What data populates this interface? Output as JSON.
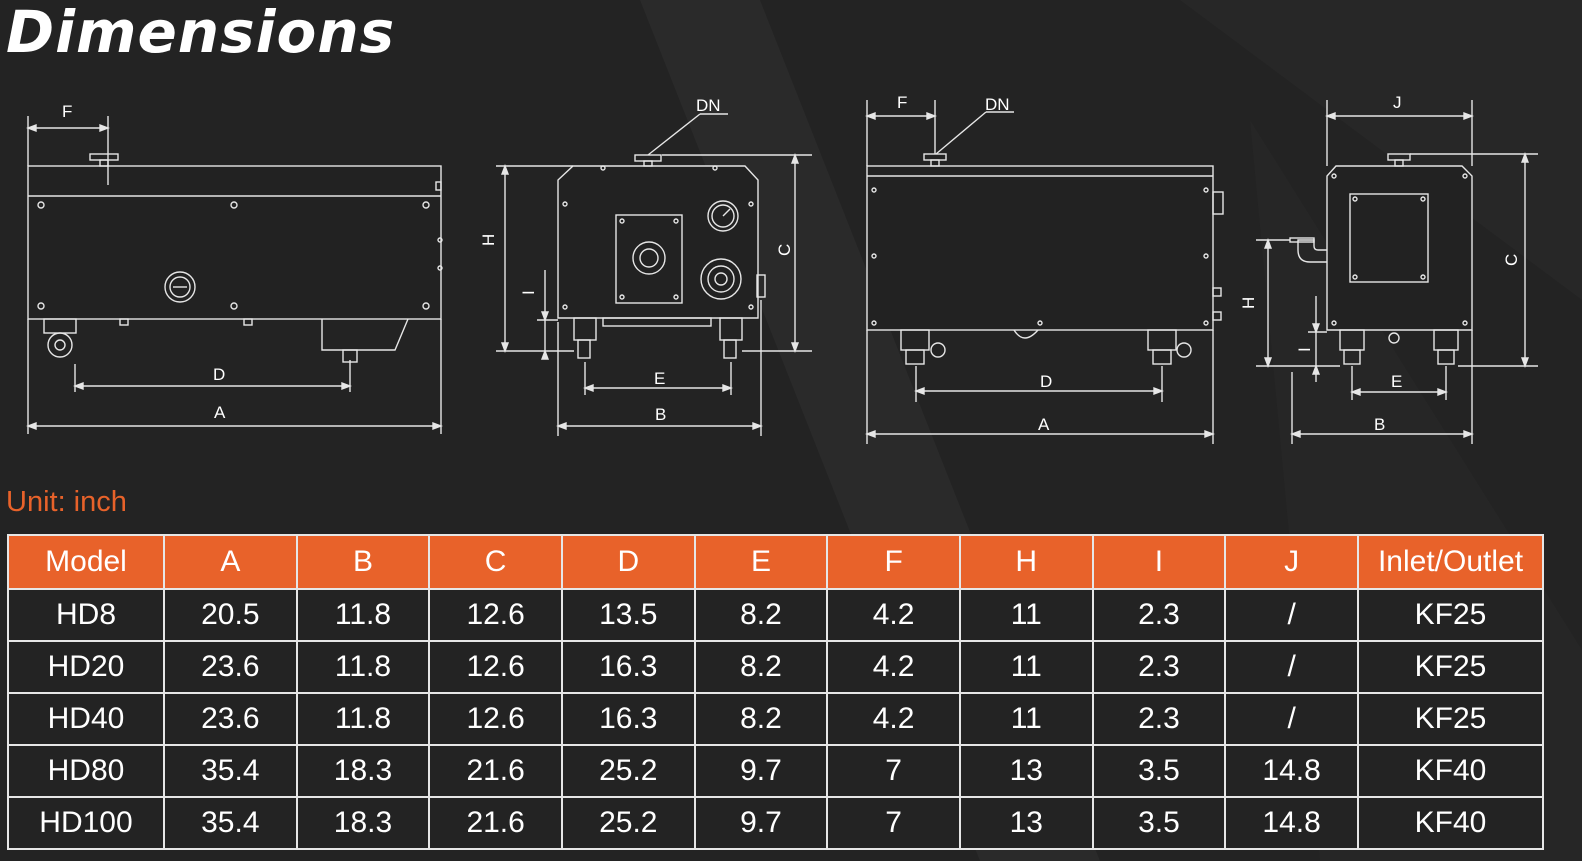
{
  "title": "Dimensions",
  "unit_label": "Unit: inch",
  "colors": {
    "accent": "#e8622a",
    "background": "#232323",
    "line": "#e6e6e6"
  },
  "drawing_labels": {
    "view1": {
      "F": "F",
      "D": "D",
      "A": "A"
    },
    "view2": {
      "DN": "DN",
      "H": "H",
      "I": "I",
      "C": "C",
      "E": "E",
      "B": "B"
    },
    "view3": {
      "F": "F",
      "DN": "DN",
      "D": "D",
      "A": "A"
    },
    "view4": {
      "J": "J",
      "H": "H",
      "I": "I",
      "C": "C",
      "E": "E",
      "B": "B"
    }
  },
  "table": {
    "headers": [
      "Model",
      "A",
      "B",
      "C",
      "D",
      "E",
      "F",
      "H",
      "I",
      "J",
      "Inlet/Outlet"
    ],
    "rows": [
      [
        "HD8",
        "20.5",
        "11.8",
        "12.6",
        "13.5",
        "8.2",
        "4.2",
        "11",
        "2.3",
        "/",
        "KF25"
      ],
      [
        "HD20",
        "23.6",
        "11.8",
        "12.6",
        "16.3",
        "8.2",
        "4.2",
        "11",
        "2.3",
        "/",
        "KF25"
      ],
      [
        "HD40",
        "23.6",
        "11.8",
        "12.6",
        "16.3",
        "8.2",
        "4.2",
        "11",
        "2.3",
        "/",
        "KF25"
      ],
      [
        "HD80",
        "35.4",
        "18.3",
        "21.6",
        "25.2",
        "9.7",
        "7",
        "13",
        "3.5",
        "14.8",
        "KF40"
      ],
      [
        "HD100",
        "35.4",
        "18.3",
        "21.6",
        "25.2",
        "9.7",
        "7",
        "13",
        "3.5",
        "14.8",
        "KF40"
      ]
    ]
  }
}
